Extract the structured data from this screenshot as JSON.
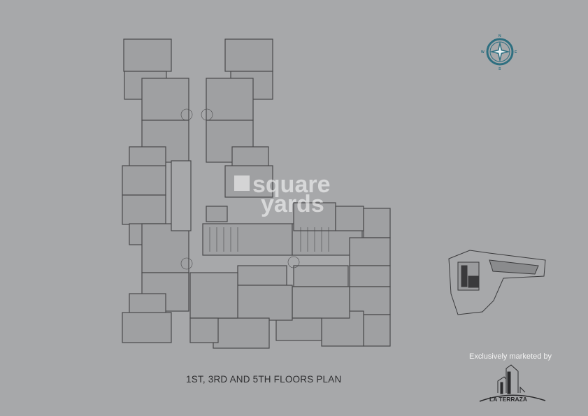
{
  "plan": {
    "title": "1ST, 3RD AND 5TH FLOORS PLAN"
  },
  "compass": {
    "icon": "compass-rose-icon",
    "color": "#2e6f80",
    "n": "N",
    "e": "E",
    "s": "S",
    "w": "W"
  },
  "marketing": {
    "label": "Exclusively marketed by",
    "brand": "LA TERRAZA"
  },
  "watermark": {
    "line1": "square",
    "line2": "yards"
  },
  "colors": {
    "background": "#a7a8aa",
    "walls": "#4a4a4c"
  }
}
